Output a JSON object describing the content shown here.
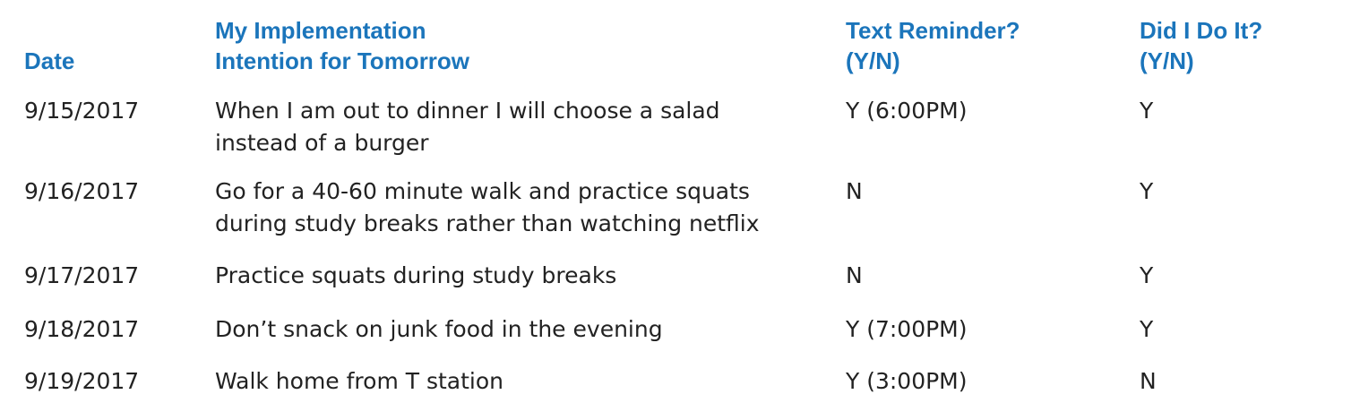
{
  "header": {
    "date": "Date",
    "intention_line1": "My Implementation",
    "intention_line2": "Intention for Tomorrow",
    "reminder_line1": "Text Reminder?",
    "reminder_line2": "(Y/N)",
    "did_line1": "Did I Do It?",
    "did_line2": "(Y/N)"
  },
  "rows": [
    {
      "date": "9/15/2017",
      "intention_line1": "When I am out to dinner I will choose a salad",
      "intention_line2": "instead of a burger",
      "reminder": "Y (6:00PM)",
      "did": "Y"
    },
    {
      "date": "9/16/2017",
      "intention_line1": "Go for a 40-60 minute walk and practice squats",
      "intention_line2": "during study breaks rather than watching netflix",
      "reminder": "N",
      "did": "Y"
    },
    {
      "date": "9/17/2017",
      "intention_line1": "Practice squats during study breaks",
      "reminder": "N",
      "did": "Y"
    },
    {
      "date": "9/18/2017",
      "intention_line1": "Don’t snack on junk food in the evening",
      "reminder": "Y (7:00PM)",
      "did": "Y"
    },
    {
      "date": "9/19/2017",
      "intention_line1": "Walk home from T station",
      "reminder": "Y (3:00PM)",
      "did": "N"
    }
  ]
}
